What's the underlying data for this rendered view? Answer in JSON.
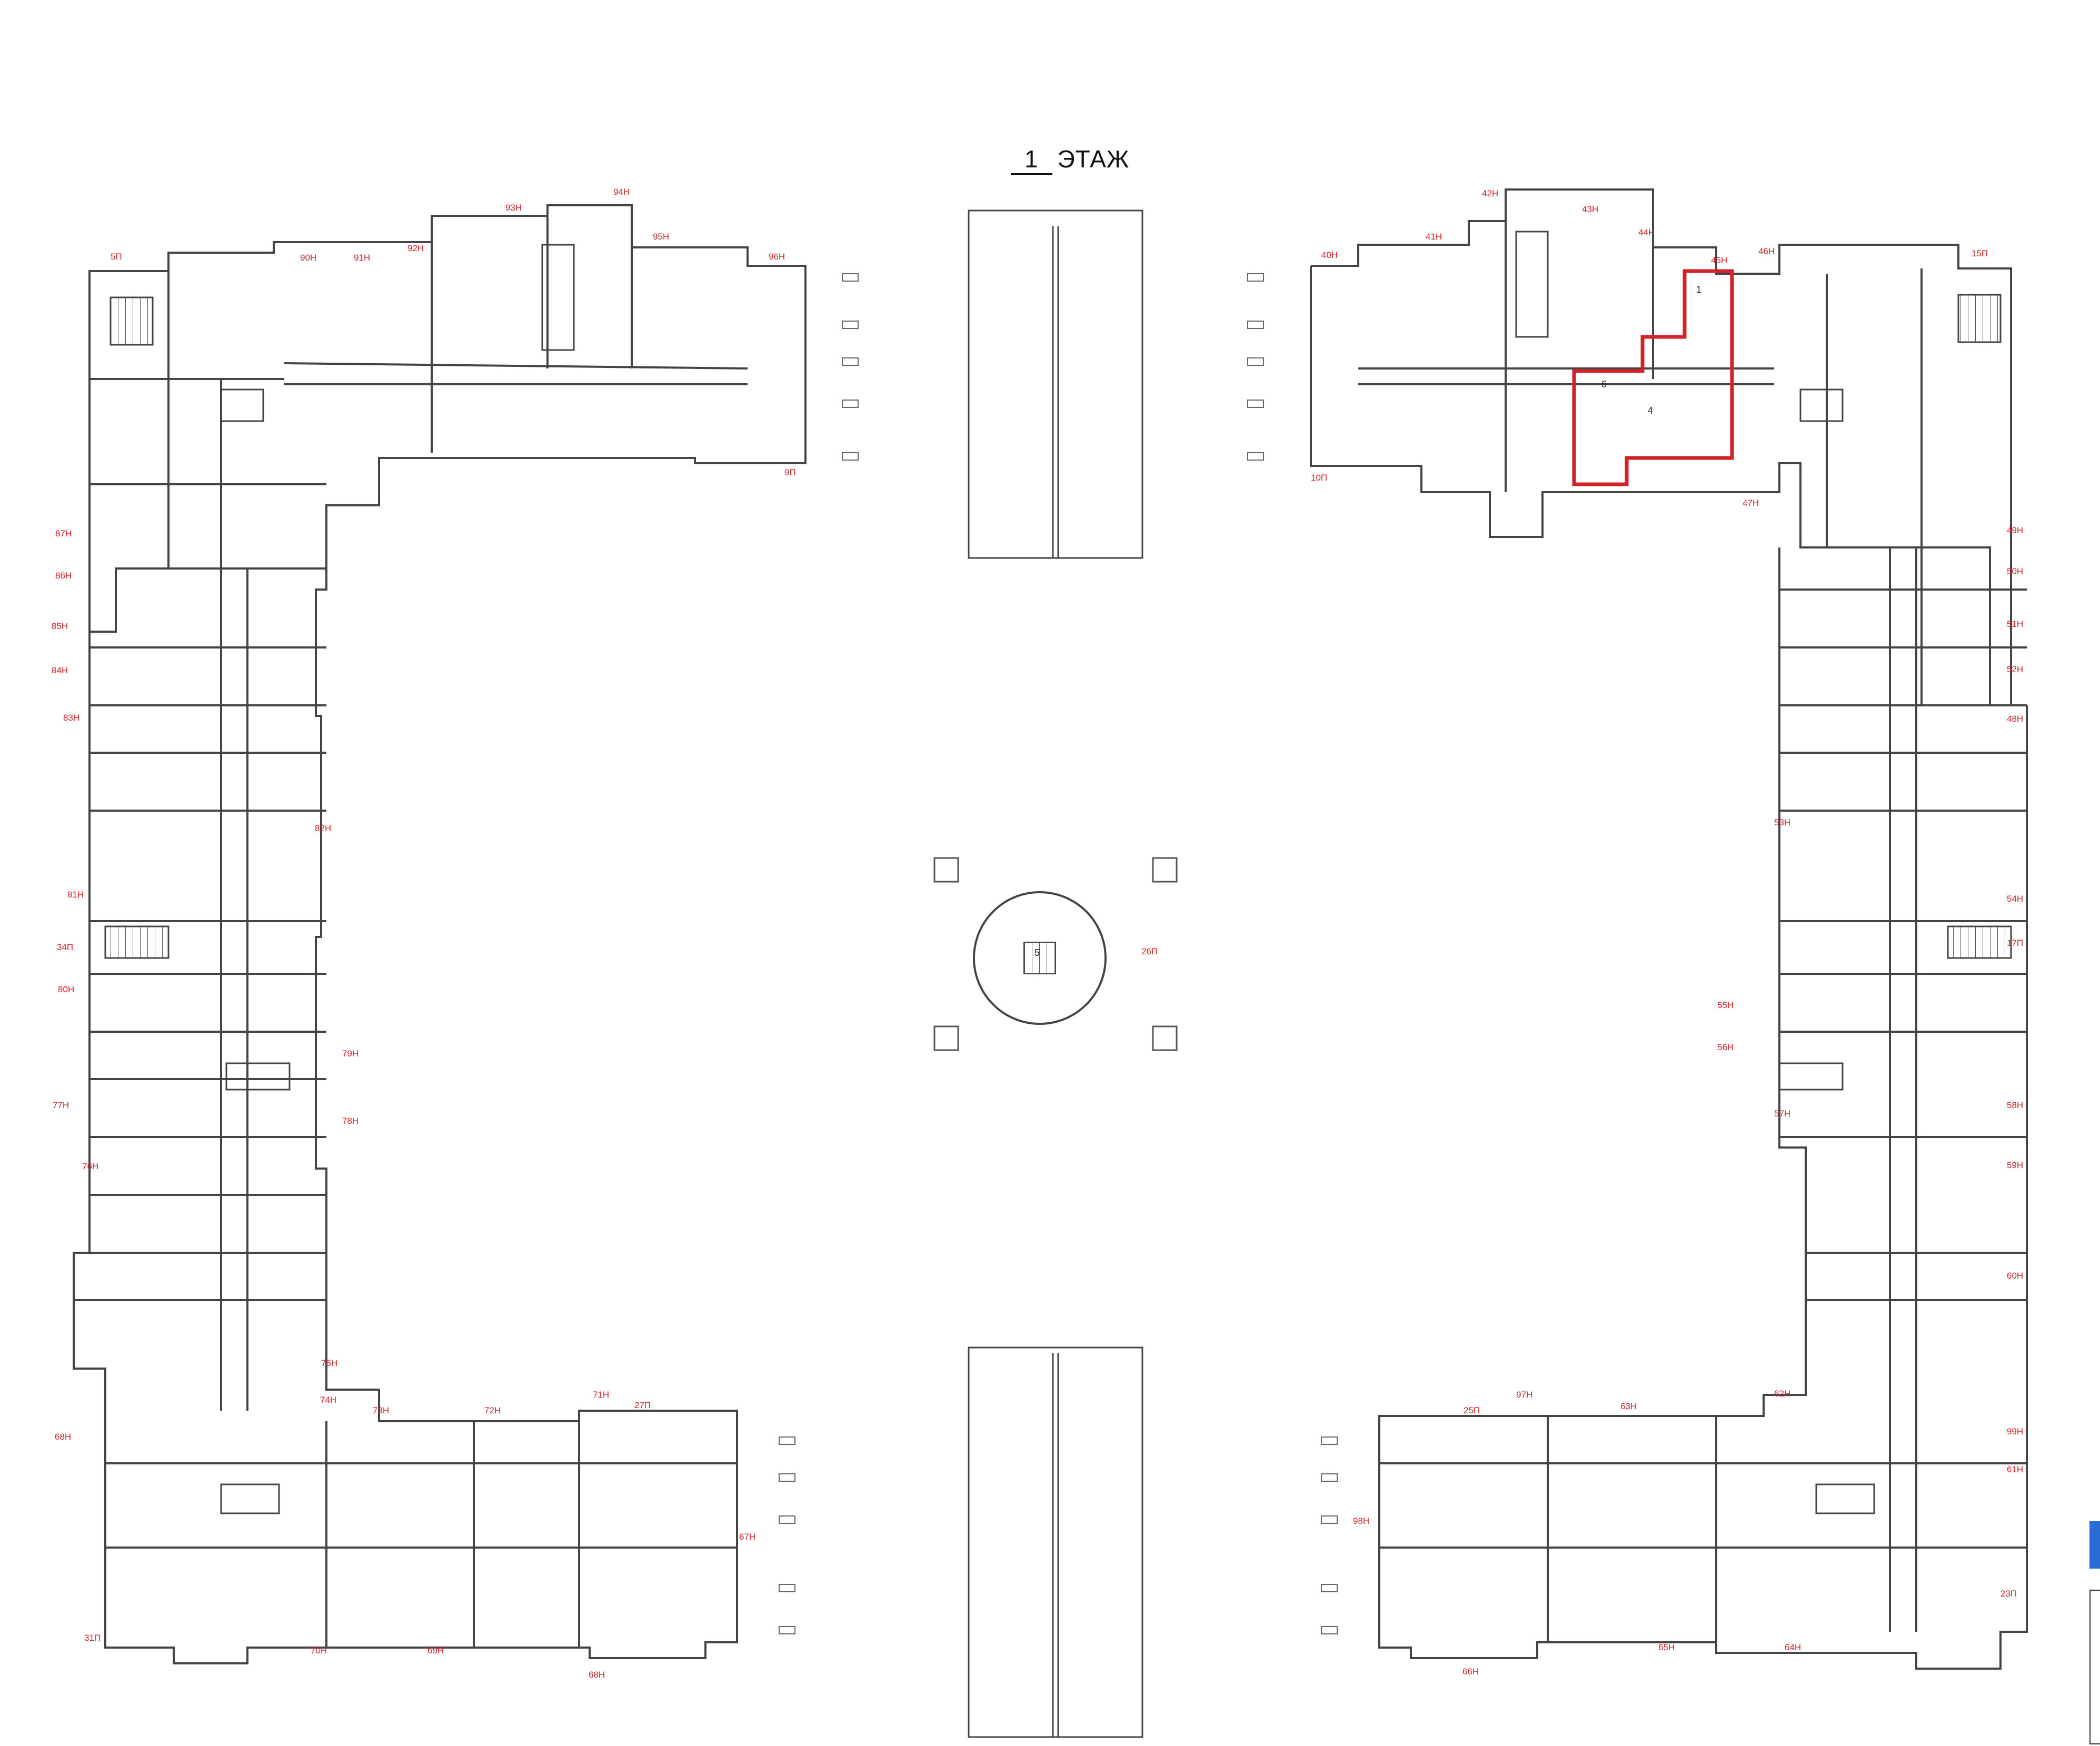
{
  "floor": {
    "number": "1",
    "label": "ЭТАЖ"
  },
  "colors": {
    "highlight": "#d2222a",
    "wall": "#444444",
    "accent": "#2a6cd6"
  },
  "unit_labels": [
    {
      "text": "5П"
    },
    {
      "text": "90Н"
    },
    {
      "text": "91Н"
    },
    {
      "text": "92Н"
    },
    {
      "text": "93Н"
    },
    {
      "text": "94Н"
    },
    {
      "text": "95Н"
    },
    {
      "text": "96Н"
    },
    {
      "text": "9П"
    },
    {
      "text": "87Н"
    },
    {
      "text": "86Н"
    },
    {
      "text": "85Н"
    },
    {
      "text": "84Н"
    },
    {
      "text": "83Н"
    },
    {
      "text": "82Н"
    },
    {
      "text": "81Н"
    },
    {
      "text": "34П"
    },
    {
      "text": "80Н"
    },
    {
      "text": "79Н"
    },
    {
      "text": "77Н"
    },
    {
      "text": "78Н"
    },
    {
      "text": "76Н"
    },
    {
      "text": "75Н"
    },
    {
      "text": "74Н"
    },
    {
      "text": "73Н"
    },
    {
      "text": "72Н"
    },
    {
      "text": "71Н"
    },
    {
      "text": "27П"
    },
    {
      "text": "68Н"
    },
    {
      "text": "67Н"
    },
    {
      "text": "31П"
    },
    {
      "text": "70Н"
    },
    {
      "text": "69Н"
    },
    {
      "text": "68Н"
    },
    {
      "text": "40Н"
    },
    {
      "text": "41Н"
    },
    {
      "text": "42Н"
    },
    {
      "text": "43Н"
    },
    {
      "text": "44Н"
    },
    {
      "text": "45Н"
    },
    {
      "text": "46Н"
    },
    {
      "text": "15П"
    },
    {
      "text": "10П"
    },
    {
      "text": "47Н"
    },
    {
      "text": "49Н"
    },
    {
      "text": "50Н"
    },
    {
      "text": "51Н"
    },
    {
      "text": "52Н"
    },
    {
      "text": "48Н"
    },
    {
      "text": "53Н"
    },
    {
      "text": "54Н"
    },
    {
      "text": "17П"
    },
    {
      "text": "55Н"
    },
    {
      "text": "56Н"
    },
    {
      "text": "57Н"
    },
    {
      "text": "58Н"
    },
    {
      "text": "59Н"
    },
    {
      "text": "60Н"
    },
    {
      "text": "62Н"
    },
    {
      "text": "99Н"
    },
    {
      "text": "61Н"
    },
    {
      "text": "23П"
    },
    {
      "text": "97Н"
    },
    {
      "text": "63Н"
    },
    {
      "text": "25П"
    },
    {
      "text": "98Н"
    },
    {
      "text": "66Н"
    },
    {
      "text": "65Н"
    },
    {
      "text": "64Н"
    },
    {
      "text": "26П"
    }
  ],
  "highlighted_unit": {
    "text": "45Н"
  }
}
